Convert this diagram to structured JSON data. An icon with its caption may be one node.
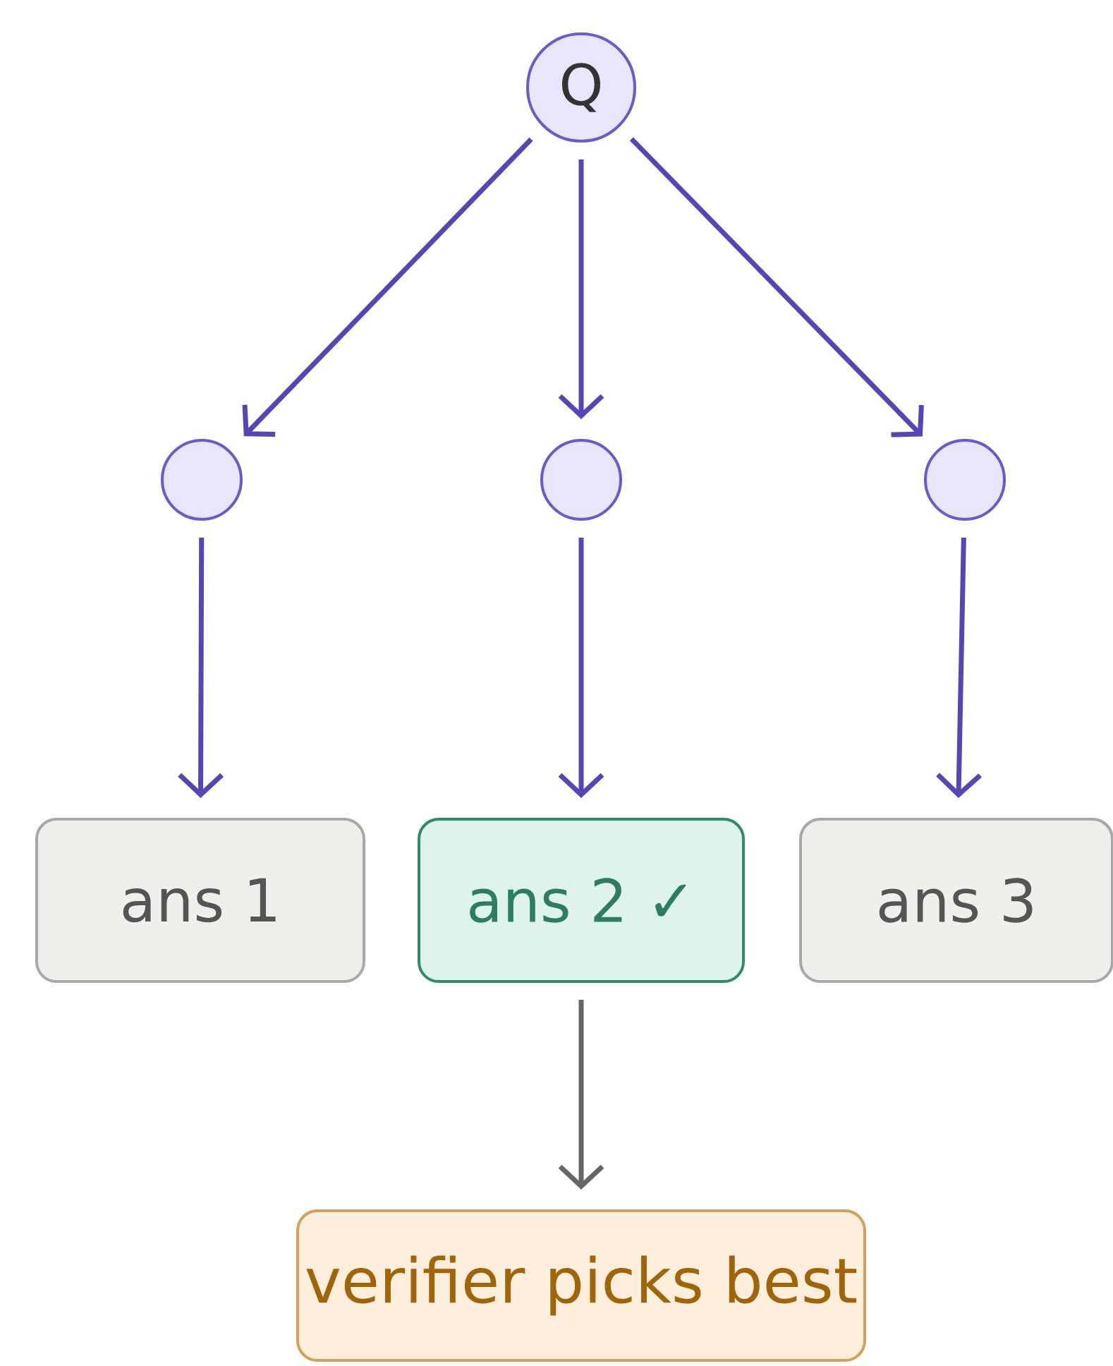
{
  "diagram": {
    "nodes": [
      {
        "text": [
          "Q"
        ]
      },
      {
        "text": [],
        "shape": "circle"
      },
      {
        "text": [],
        "shape": "circle"
      },
      {
        "text": [],
        "shape": "circle"
      },
      {
        "text": [
          "ans 1"
        ]
      },
      {
        "text": [
          "ans 2 ✓"
        ]
      },
      {
        "text": [
          "ans 3"
        ]
      },
      {
        "text": [
          "verifier picks best"
        ]
      }
    ],
    "edges": [
      {
        "from": 0,
        "to": 1,
        "arrow": "to"
      },
      {
        "from": 0,
        "to": 2,
        "arrow": "to"
      },
      {
        "from": 0,
        "to": 3,
        "arrow": "to"
      },
      {
        "from": 1,
        "to": 4,
        "arrow": "to"
      },
      {
        "from": 2,
        "to": 5,
        "arrow": "to"
      },
      {
        "from": 3,
        "to": 6,
        "arrow": "to"
      },
      {
        "from": 5,
        "to": 7,
        "arrow": "to",
        "color": "#666666"
      }
    ]
  }
}
